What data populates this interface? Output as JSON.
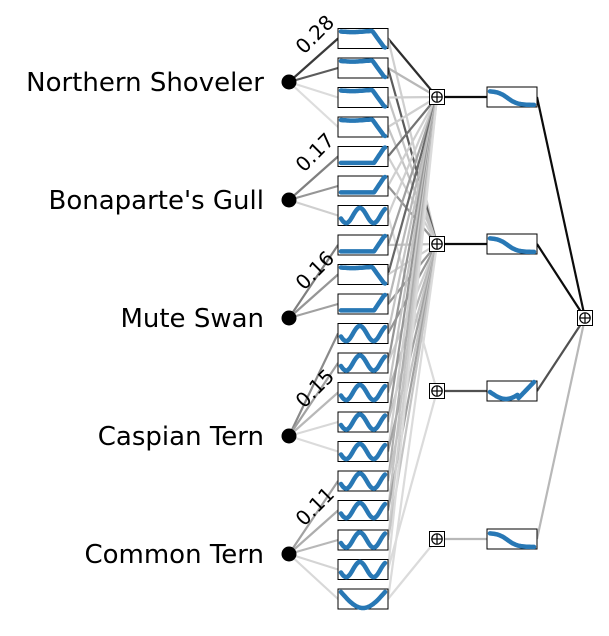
{
  "inputs": [
    {
      "name": "Northern Shoveler",
      "weight": "0.28"
    },
    {
      "name": "Bonaparte's Gull",
      "weight": "0.17"
    },
    {
      "name": "Mute Swan",
      "weight": "0.16"
    },
    {
      "name": "Caspian Tern",
      "weight": "0.15"
    },
    {
      "name": "Common Tern",
      "weight": "0.11"
    }
  ],
  "colors": {
    "curve": "#2878b5",
    "node": "#000000",
    "edge_strong": "#000000",
    "edge_faint": "#e6e6e6"
  },
  "shapes_layer1": [
    "cliff",
    "cliff",
    "cliff",
    "cliff",
    "rise",
    "rise",
    "wave",
    "rise",
    "cliff",
    "rise",
    "wave",
    "wave",
    "wave",
    "wave",
    "wave",
    "wave",
    "wave",
    "wave",
    "wave",
    "valley"
  ],
  "shapes_layer2": [
    "fall",
    "fall",
    "dip_rise",
    "fall"
  ],
  "edges_in_to_l1": [
    {
      "i": 0,
      "b": 0,
      "w": 0.75
    },
    {
      "i": 0,
      "b": 1,
      "w": 0.6
    },
    {
      "i": 0,
      "b": 2,
      "w": 0.05
    },
    {
      "i": 0,
      "b": 3,
      "w": 0.04
    },
    {
      "i": 1,
      "b": 4,
      "w": 0.45
    },
    {
      "i": 1,
      "b": 5,
      "w": 0.35
    },
    {
      "i": 1,
      "b": 6,
      "w": 0.1
    },
    {
      "i": 2,
      "b": 7,
      "w": 0.45
    },
    {
      "i": 2,
      "b": 8,
      "w": 0.35
    },
    {
      "i": 2,
      "b": 9,
      "w": 0.3
    },
    {
      "i": 3,
      "b": 10,
      "w": 0.4
    },
    {
      "i": 3,
      "b": 11,
      "w": 0.3
    },
    {
      "i": 3,
      "b": 12,
      "w": 0.2
    },
    {
      "i": 3,
      "b": 13,
      "w": 0.06
    },
    {
      "i": 3,
      "b": 14,
      "w": 0.05
    },
    {
      "i": 4,
      "b": 15,
      "w": 0.3
    },
    {
      "i": 4,
      "b": 16,
      "w": 0.25
    },
    {
      "i": 4,
      "b": 17,
      "w": 0.2
    },
    {
      "i": 4,
      "b": 18,
      "w": 0.08
    },
    {
      "i": 4,
      "b": 19,
      "w": 0.06
    }
  ],
  "edges_l1_to_sum": [
    {
      "b": 0,
      "s": 0,
      "w": 0.8
    },
    {
      "b": 0,
      "s": 1,
      "w": 0.1
    },
    {
      "b": 1,
      "s": 0,
      "w": 0.2
    },
    {
      "b": 1,
      "s": 1,
      "w": 0.6
    },
    {
      "b": 2,
      "s": 0,
      "w": 0.1
    },
    {
      "b": 2,
      "s": 1,
      "w": 0.15
    },
    {
      "b": 3,
      "s": 0,
      "w": 0.1
    },
    {
      "b": 3,
      "s": 1,
      "w": 0.15
    },
    {
      "b": 4,
      "s": 0,
      "w": 0.5
    },
    {
      "b": 4,
      "s": 1,
      "w": 0.1
    },
    {
      "b": 5,
      "s": 0,
      "w": 0.1
    },
    {
      "b": 5,
      "s": 1,
      "w": 0.35
    },
    {
      "b": 6,
      "s": 0,
      "w": 0.1
    },
    {
      "b": 6,
      "s": 2,
      "w": 0.05
    },
    {
      "b": 7,
      "s": 0,
      "w": 0.3
    },
    {
      "b": 7,
      "s": 1,
      "w": 0.15
    },
    {
      "b": 8,
      "s": 0,
      "w": 0.55
    },
    {
      "b": 8,
      "s": 1,
      "w": 0.1
    },
    {
      "b": 9,
      "s": 0,
      "w": 0.2
    },
    {
      "b": 9,
      "s": 1,
      "w": 0.35
    },
    {
      "b": 10,
      "s": 0,
      "w": 0.15
    },
    {
      "b": 10,
      "s": 1,
      "w": 0.35
    },
    {
      "b": 11,
      "s": 0,
      "w": 0.35
    },
    {
      "b": 11,
      "s": 1,
      "w": 0.1
    },
    {
      "b": 12,
      "s": 0,
      "w": 0.15
    },
    {
      "b": 12,
      "s": 1,
      "w": 0.2
    },
    {
      "b": 13,
      "s": 0,
      "w": 0.35
    },
    {
      "b": 13,
      "s": 1,
      "w": 0.15
    },
    {
      "b": 14,
      "s": 0,
      "w": 0.1
    },
    {
      "b": 14,
      "s": 1,
      "w": 0.3
    },
    {
      "b": 15,
      "s": 0,
      "w": 0.25
    },
    {
      "b": 15,
      "s": 1,
      "w": 0.15
    },
    {
      "b": 16,
      "s": 0,
      "w": 0.15
    },
    {
      "b": 16,
      "s": 1,
      "w": 0.3
    },
    {
      "b": 17,
      "s": 0,
      "w": 0.1
    },
    {
      "b": 17,
      "s": 1,
      "w": 0.15
    },
    {
      "b": 18,
      "s": 0,
      "w": 0.05
    },
    {
      "b": 18,
      "s": 2,
      "w": 0.05
    },
    {
      "b": 19,
      "s": 1,
      "w": 0.05
    },
    {
      "b": 19,
      "s": 3,
      "w": 0.05
    }
  ],
  "edges_sum_to_l2": [
    {
      "s": 0,
      "c": 0,
      "w": 0.95
    },
    {
      "s": 1,
      "c": 1,
      "w": 0.95
    },
    {
      "s": 2,
      "c": 2,
      "w": 0.65
    },
    {
      "s": 3,
      "c": 3,
      "w": 0.2
    }
  ],
  "edges_l2_to_out": [
    {
      "c": 0,
      "w": 0.95
    },
    {
      "c": 1,
      "w": 0.95
    },
    {
      "c": 2,
      "w": 0.65
    },
    {
      "c": 3,
      "w": 0.2
    }
  ]
}
